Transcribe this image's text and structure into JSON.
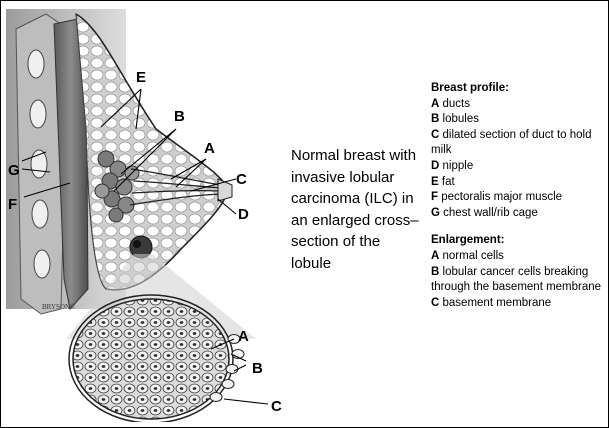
{
  "illustration": {
    "labels": {
      "A": "A",
      "B": "B",
      "C": "C",
      "D": "D",
      "E": "E",
      "F": "F",
      "G": "G",
      "enlargement_A": "A",
      "enlargement_B": "B",
      "enlargement_C": "C"
    },
    "credit": "BRYSON©"
  },
  "caption": "Normal breast with invasive lobular carcinoma (ILC) in an enlarged cross–section of the lobule",
  "legend": {
    "profile_title": "Breast profile:",
    "profile_items": [
      {
        "key": "A",
        "text": "ducts"
      },
      {
        "key": "B",
        "text": "lobules"
      },
      {
        "key": "C",
        "text": "dilated section of duct to hold milk"
      },
      {
        "key": "D",
        "text": "nipple"
      },
      {
        "key": "E",
        "text": "fat"
      },
      {
        "key": "F",
        "text": "pectoralis major muscle"
      },
      {
        "key": "G",
        "text": "chest wall/rib cage"
      }
    ],
    "enlargement_title": "Enlargement:",
    "enlargement_items": [
      {
        "key": "A",
        "text": "normal cells"
      },
      {
        "key": "B",
        "text": "lobular cancer cells breaking through the basement membrane"
      },
      {
        "key": "C",
        "text": "basement membrane"
      }
    ]
  }
}
